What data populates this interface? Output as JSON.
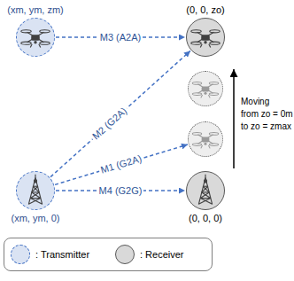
{
  "diagram": {
    "nodes": [
      {
        "text": [
          "(xm, ym, zm)"
        ]
      },
      {
        "text": [
          "(0, 0, zo)"
        ]
      },
      {
        "text": []
      },
      {
        "text": []
      },
      {
        "text": [
          "(xm, ym, 0)"
        ]
      },
      {
        "text": [
          "(0, 0, 0)"
        ]
      }
    ],
    "edges": [
      {
        "from": 0,
        "to": 1,
        "arrow": "to",
        "label": "M3 (A2A)"
      },
      {
        "from": 4,
        "to": 1,
        "arrow": "to",
        "label": "M2 (G2A)"
      },
      {
        "from": 4,
        "to": 3,
        "arrow": "to",
        "label": "M1 (G2A)"
      },
      {
        "from": 4,
        "to": 5,
        "arrow": "to",
        "label": "M4 (G2G)"
      }
    ],
    "labels": [
      "Moving",
      "from zo = 0m",
      "to zo = zmax"
    ],
    "legend": [
      {
        "text": ": Transmitter"
      },
      {
        "text": ": Receiver"
      }
    ]
  }
}
